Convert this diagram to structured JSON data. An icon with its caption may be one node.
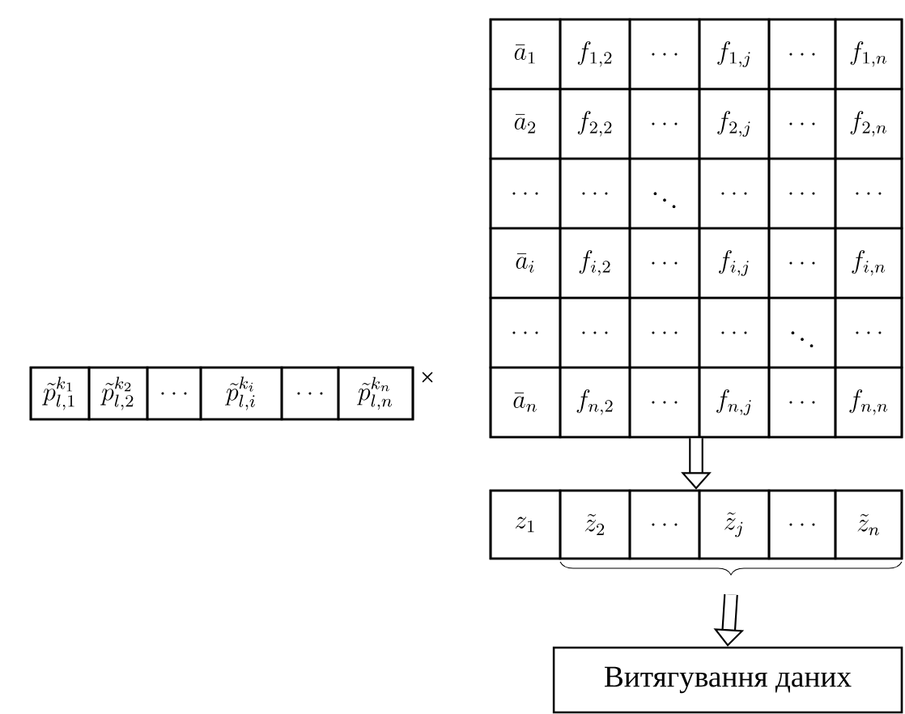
{
  "diagram": {
    "nodes": [
      {
        "text": [],
        "shape": "box"
      },
      {
        "text": [
          "\\tilde{p}_{l,1}^{k_1}"
        ],
        "in": 0
      },
      {
        "text": [
          "\\tilde{p}_{l,2}^{k_2}"
        ],
        "in": 0
      },
      {
        "text": [
          "\\dots"
        ],
        "in": 0
      },
      {
        "text": [
          "\\tilde{p}_{l,i}^{k_i}"
        ],
        "in": 0
      },
      {
        "text": [
          "\\dots"
        ],
        "in": 0
      },
      {
        "text": [
          "\\tilde{p}_{l,n}^{k_n}"
        ],
        "in": 0
      },
      {
        "text": [],
        "shape": "box"
      },
      {
        "text": [
          "\\bar{a}_1"
        ],
        "in": 7
      },
      {
        "text": [
          "f_{1,2}"
        ],
        "in": 7
      },
      {
        "text": [
          "\\dots"
        ],
        "in": 7
      },
      {
        "text": [
          "f_{1,j}"
        ],
        "in": 7
      },
      {
        "text": [
          "\\dots"
        ],
        "in": 7
      },
      {
        "text": [
          "f_{1,n}"
        ],
        "in": 7
      },
      {
        "text": [
          "\\bar{a}_2"
        ],
        "in": 7
      },
      {
        "text": [
          "f_{2,2}"
        ],
        "in": 7
      },
      {
        "text": [
          "\\dots"
        ],
        "in": 7
      },
      {
        "text": [
          "f_{2,j}"
        ],
        "in": 7
      },
      {
        "text": [
          "\\dots"
        ],
        "in": 7
      },
      {
        "text": [
          "f_{2,n}"
        ],
        "in": 7
      },
      {
        "text": [
          "\\dots"
        ],
        "in": 7
      },
      {
        "text": [
          "\\dots"
        ],
        "in": 7
      },
      {
        "text": [
          "\\ddots"
        ],
        "in": 7
      },
      {
        "text": [
          "\\dots"
        ],
        "in": 7
      },
      {
        "text": [
          "\\dots"
        ],
        "in": 7
      },
      {
        "text": [
          "\\dots"
        ],
        "in": 7
      },
      {
        "text": [
          "\\bar{a}_i"
        ],
        "in": 7
      },
      {
        "text": [
          "f_{i,2}"
        ],
        "in": 7
      },
      {
        "text": [
          "\\dots"
        ],
        "in": 7
      },
      {
        "text": [
          "f_{i,j}"
        ],
        "in": 7
      },
      {
        "text": [
          "\\dots"
        ],
        "in": 7
      },
      {
        "text": [
          "f_{i,n}"
        ],
        "in": 7
      },
      {
        "text": [
          "\\dots"
        ],
        "in": 7
      },
      {
        "text": [
          "\\dots"
        ],
        "in": 7
      },
      {
        "text": [
          "\\dots"
        ],
        "in": 7
      },
      {
        "text": [
          "\\dots"
        ],
        "in": 7
      },
      {
        "text": [
          "\\ddots"
        ],
        "in": 7
      },
      {
        "text": [
          "\\dots"
        ],
        "in": 7
      },
      {
        "text": [
          "\\bar{a}_n"
        ],
        "in": 7
      },
      {
        "text": [
          "f_{n,2}"
        ],
        "in": 7
      },
      {
        "text": [
          "\\dots"
        ],
        "in": 7
      },
      {
        "text": [
          "f_{n,j}"
        ],
        "in": 7
      },
      {
        "text": [
          "\\dots"
        ],
        "in": 7
      },
      {
        "text": [
          "f_{n,n}"
        ],
        "in": 7
      },
      {
        "text": [],
        "shape": "box"
      },
      {
        "text": [
          "z_1"
        ],
        "in": 44
      },
      {
        "text": [
          "\\tilde{z}_2"
        ],
        "in": 44
      },
      {
        "text": [
          "\\dots"
        ],
        "in": 44
      },
      {
        "text": [
          "\\tilde{z}_j"
        ],
        "in": 44
      },
      {
        "text": [
          "\\dots"
        ],
        "in": 44
      },
      {
        "text": [
          "\\tilde{z}_n"
        ],
        "in": 44
      },
      {
        "text": [],
        "shape": "brace"
      },
      {
        "text": [
          "Витягування даних"
        ]
      }
    ],
    "edges": [
      {
        "from": 7,
        "to": 44,
        "arrow": "to"
      },
      {
        "from": 51,
        "to": 52,
        "arrow": "to"
      }
    ],
    "labels": [
      "×"
    ]
  }
}
